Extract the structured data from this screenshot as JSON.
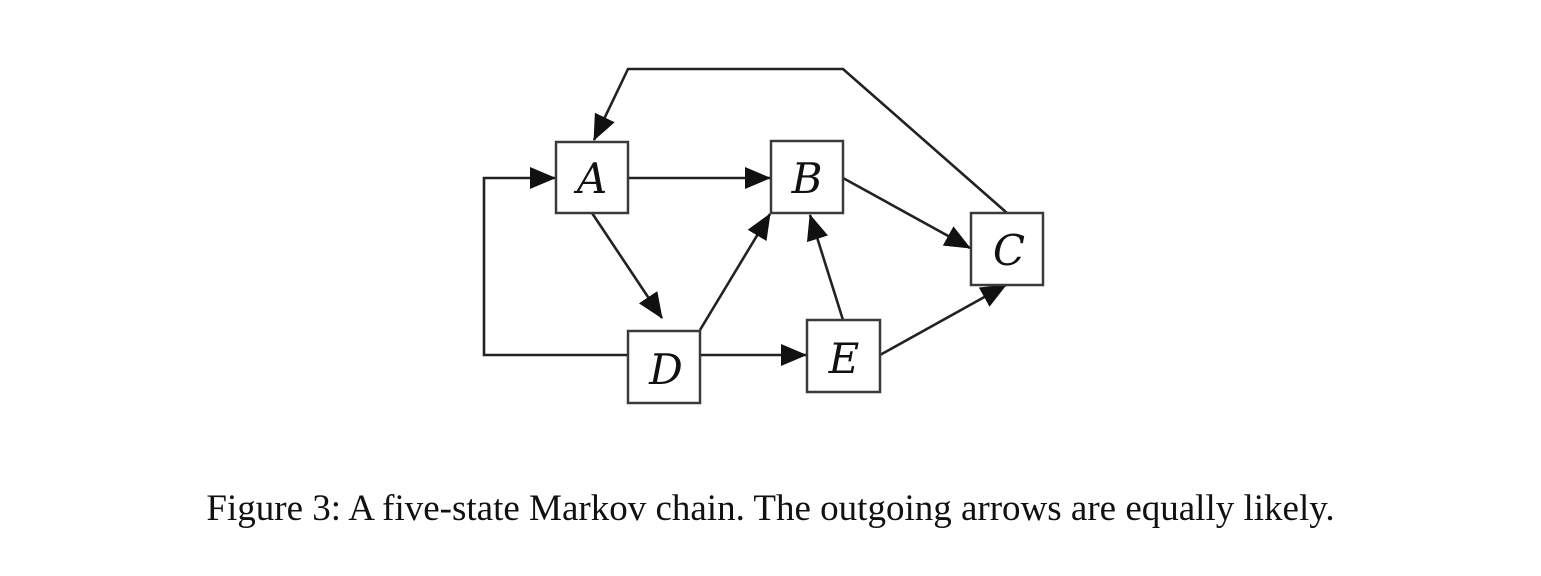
{
  "nodes": [
    {
      "id": "A",
      "label": "A"
    },
    {
      "id": "B",
      "label": "B"
    },
    {
      "id": "C",
      "label": "C"
    },
    {
      "id": "D",
      "label": "D"
    },
    {
      "id": "E",
      "label": "E"
    }
  ],
  "edges": [
    {
      "from": "A",
      "to": "B"
    },
    {
      "from": "A",
      "to": "D"
    },
    {
      "from": "B",
      "to": "C"
    },
    {
      "from": "C",
      "to": "A"
    },
    {
      "from": "D",
      "to": "A"
    },
    {
      "from": "D",
      "to": "B"
    },
    {
      "from": "D",
      "to": "E"
    },
    {
      "from": "E",
      "to": "B"
    },
    {
      "from": "E",
      "to": "C"
    }
  ],
  "caption": "Figure 3: A five-state Markov chain. The outgoing arrows are equally likely."
}
